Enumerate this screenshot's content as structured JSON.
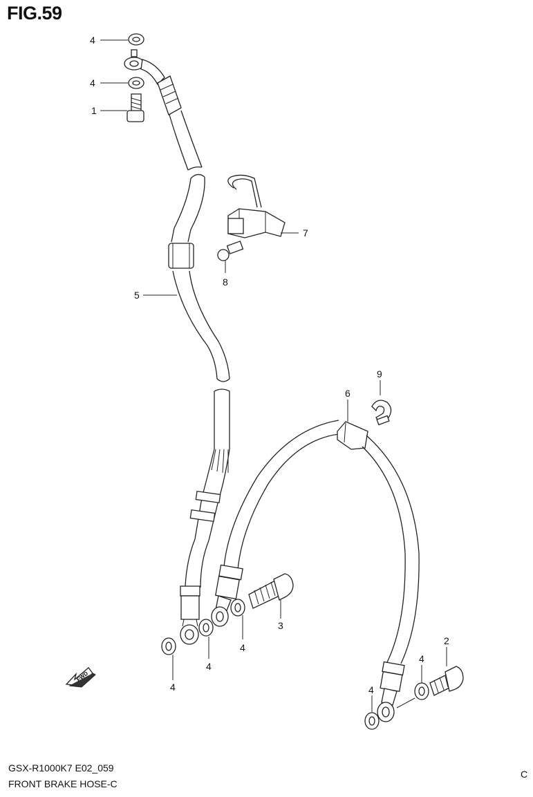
{
  "figure": {
    "title": "FIG.59"
  },
  "callouts": {
    "c4a": "4",
    "c4b": "4",
    "c1": "1",
    "c5": "5",
    "c7": "7",
    "c8": "8",
    "c9": "9",
    "c6": "6",
    "c3": "3",
    "c4c": "4",
    "c4d": "4",
    "c4e": "4",
    "c2": "2",
    "c4f": "4",
    "c4g": "4"
  },
  "fwd_label": "FWD",
  "footer": {
    "model_code": "GSX-R1000K7 E02_059",
    "section_name": "FRONT BRAKE  HOSE-C",
    "corner_mark": "C"
  }
}
